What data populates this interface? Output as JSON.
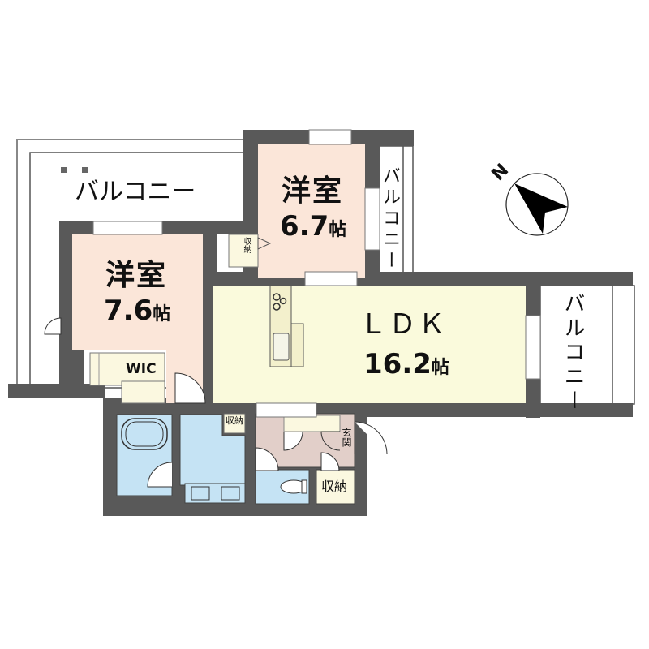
{
  "floor_plan": {
    "colors": {
      "wall": "#595959",
      "bedroom": "#fbe6d9",
      "ldk": "#fafadc",
      "water": "#c5e3f4",
      "entrance": "#e2cfc9",
      "storage": "#fbf8e0",
      "balcony": "#ffffff",
      "line": "#333333"
    },
    "compass": {
      "label": "N",
      "icon": "north-arrow"
    },
    "rooms": [
      {
        "id": "western-room-2",
        "name": "洋室",
        "area": "6.7",
        "unit": "帖"
      },
      {
        "id": "western-room-1",
        "name": "洋室",
        "area": "7.6",
        "unit": "帖"
      },
      {
        "id": "ldk",
        "name": "ＬＤＫ",
        "area": "16.2",
        "unit": "帖"
      }
    ],
    "balconies": [
      {
        "id": "balcony-northwest",
        "label": "バルコニー"
      },
      {
        "id": "balcony-north",
        "label": "バルコニー"
      },
      {
        "id": "balcony-east",
        "label": "バルコニー"
      }
    ],
    "storage": [
      {
        "id": "storage-small",
        "label": "収納"
      },
      {
        "id": "wic",
        "label": "WIC"
      },
      {
        "id": "storage-washroom",
        "label": "収納"
      },
      {
        "id": "storage-entrance",
        "label": "収納"
      }
    ],
    "entrance": {
      "label": "玄関"
    }
  }
}
